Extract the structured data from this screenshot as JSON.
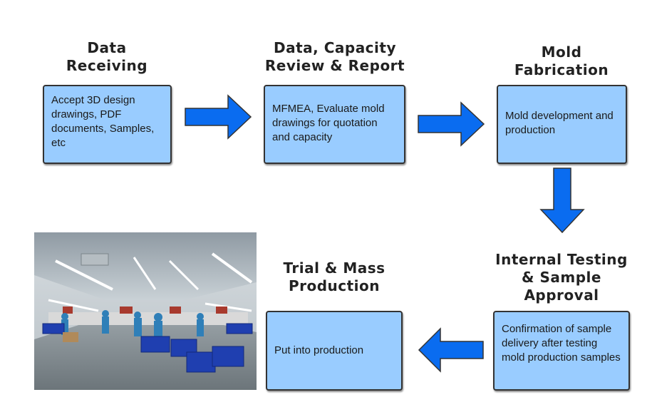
{
  "steps": [
    {
      "title_lines": [
        "Data",
        "Receiving"
      ],
      "text": "Accept 3D design drawings, PDF documents, Samples, etc"
    },
    {
      "title_lines": [
        "Data, Capacity",
        "Review & Report"
      ],
      "text": "MFMEA, Evaluate mold drawings for quotation and capacity"
    },
    {
      "title_lines": [
        "Mold",
        "Fabrication"
      ],
      "text": "Mold development and production"
    },
    {
      "title_lines": [
        "Internal Testing",
        "& Sample",
        "Approval"
      ],
      "text": "Confirmation of sample delivery after testing mold production samples"
    },
    {
      "title_lines": [
        "Trial & Mass",
        "Production"
      ],
      "text": "Put into production"
    }
  ],
  "colors": {
    "box_fill": "#99ccff",
    "arrow_fill": "#0a6cf0",
    "title_text": "#222222"
  },
  "arrows": [
    "arrow-right",
    "arrow-right",
    "arrow-down",
    "arrow-left"
  ]
}
